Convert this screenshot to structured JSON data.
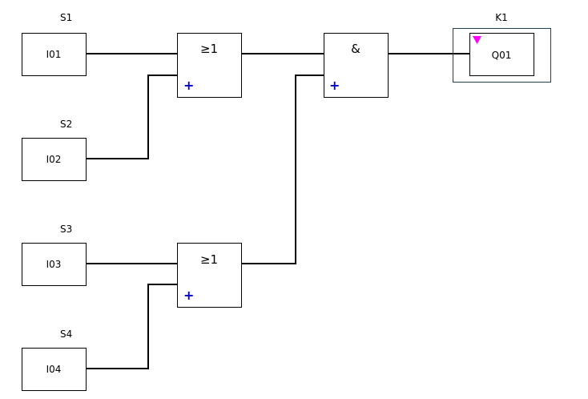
{
  "inputs": [
    {
      "label": "S1",
      "name": "I01"
    },
    {
      "label": "S2",
      "name": "I02"
    },
    {
      "label": "S3",
      "name": "I03"
    },
    {
      "label": "S4",
      "name": "I04"
    }
  ],
  "gates": [
    {
      "symbol": "≥1",
      "expand": "+"
    },
    {
      "symbol": "&",
      "expand": "+"
    },
    {
      "symbol": "≥1",
      "expand": "+"
    }
  ],
  "output": {
    "label": "K1",
    "name": "Q01"
  },
  "colors": {
    "frame": "#1f3f5f",
    "marker": "#ff00ff",
    "plus": "#0000cc"
  }
}
